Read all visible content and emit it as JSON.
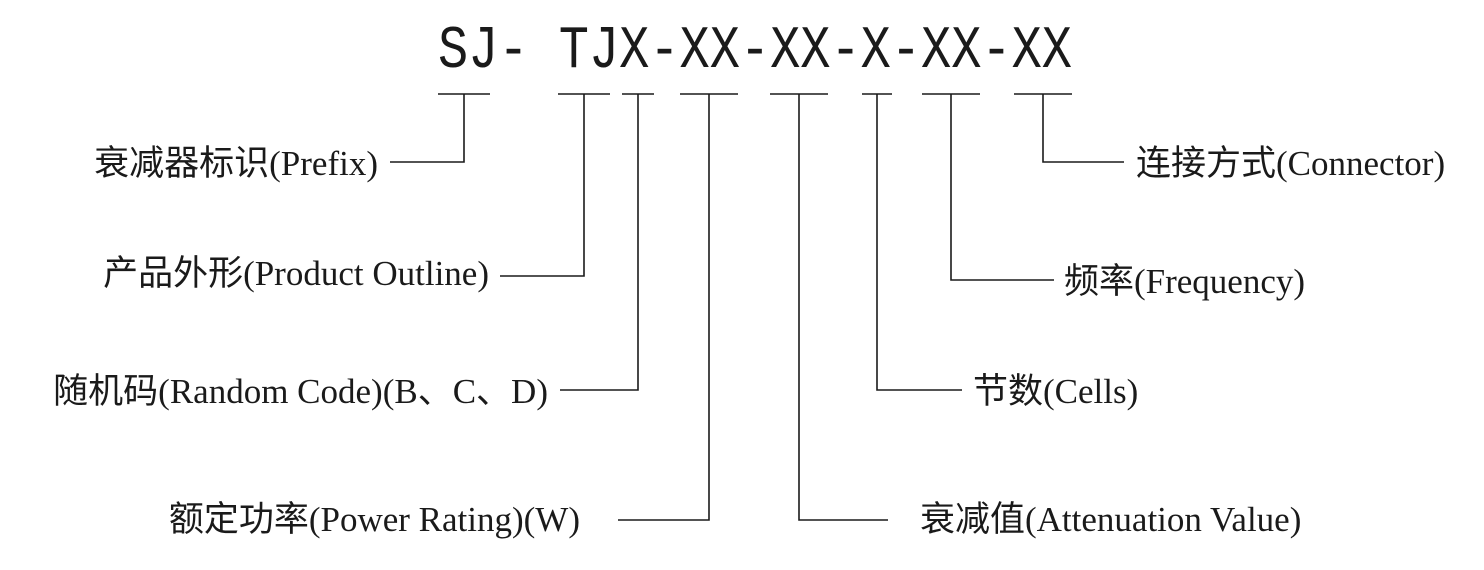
{
  "code": "SJ- TJX-XX-XX-X-XX-XX",
  "fields": [
    {
      "id": "prefix",
      "label": "衰减器标识(Prefix)"
    },
    {
      "id": "outline",
      "label": "产品外形(Product Outline)"
    },
    {
      "id": "random",
      "label": "随机码(Random Code)(B、C、D)"
    },
    {
      "id": "power",
      "label": "额定功率(Power Rating)(W)"
    },
    {
      "id": "attenuation",
      "label": "衰减值(Attenuation Value)"
    },
    {
      "id": "cells",
      "label": "节数(Cells)"
    },
    {
      "id": "frequency",
      "label": "频率(Frequency)"
    },
    {
      "id": "connector",
      "label": "连接方式(Connector)"
    }
  ],
  "colors": {
    "ink": "#1a1a1a",
    "background": "#ffffff"
  }
}
